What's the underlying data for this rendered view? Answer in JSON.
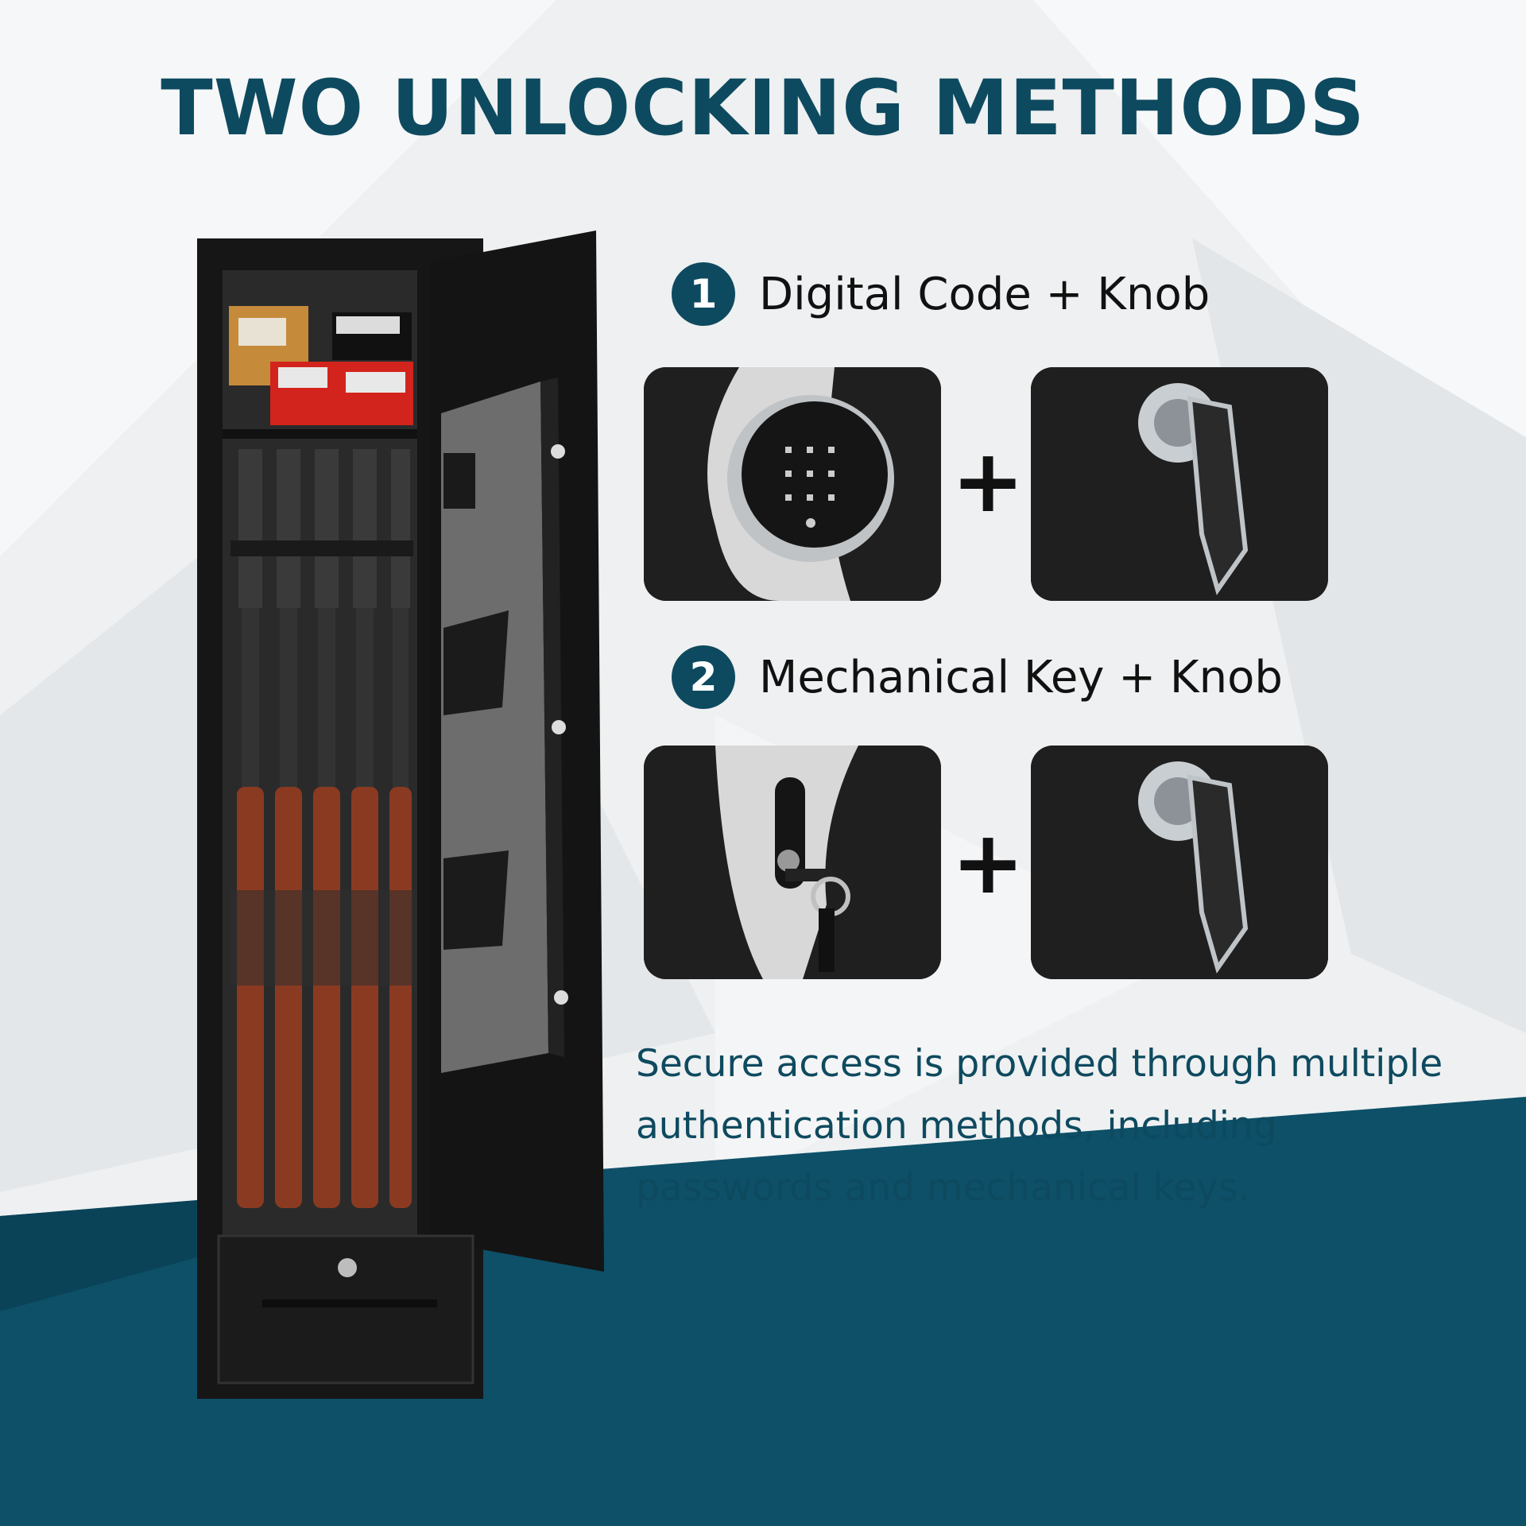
{
  "headline": "TWO UNLOCKING METHODS",
  "methods": [
    {
      "number": "1",
      "label": "Digital Code + Knob",
      "first_part": "keypad-lock",
      "second_part": "knob-handle"
    },
    {
      "number": "2",
      "label": "Mechanical Key + Knob",
      "first_part": "key-lock",
      "second_part": "knob-handle"
    }
  ],
  "plus_symbol": "+",
  "description": "Secure access is provided through multiple authentication methods, including passwords and mechanical keys.",
  "colors": {
    "brand_teal": "#0e4a5f",
    "text_dark": "#111111",
    "tile_dark": "#1e1e1e",
    "background": "#eceeef"
  },
  "icons": [
    "step-1-badge",
    "step-2-badge",
    "keypad-lock-icon",
    "knob-handle-icon",
    "key-lock-icon",
    "plus-icon"
  ]
}
